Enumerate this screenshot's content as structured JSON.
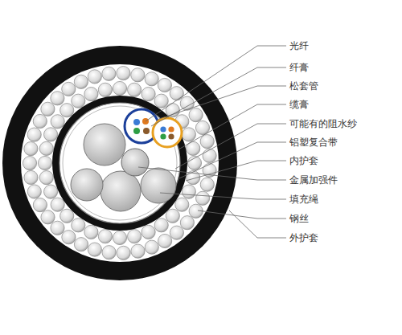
{
  "diagram": {
    "labels": [
      "光纤",
      "纤膏",
      "松套管",
      "缆膏",
      "可能有的阻水纱",
      "铝塑复合带",
      "内护套",
      "金属加强件",
      "填充绳",
      "钢丝",
      "外护套"
    ]
  }
}
